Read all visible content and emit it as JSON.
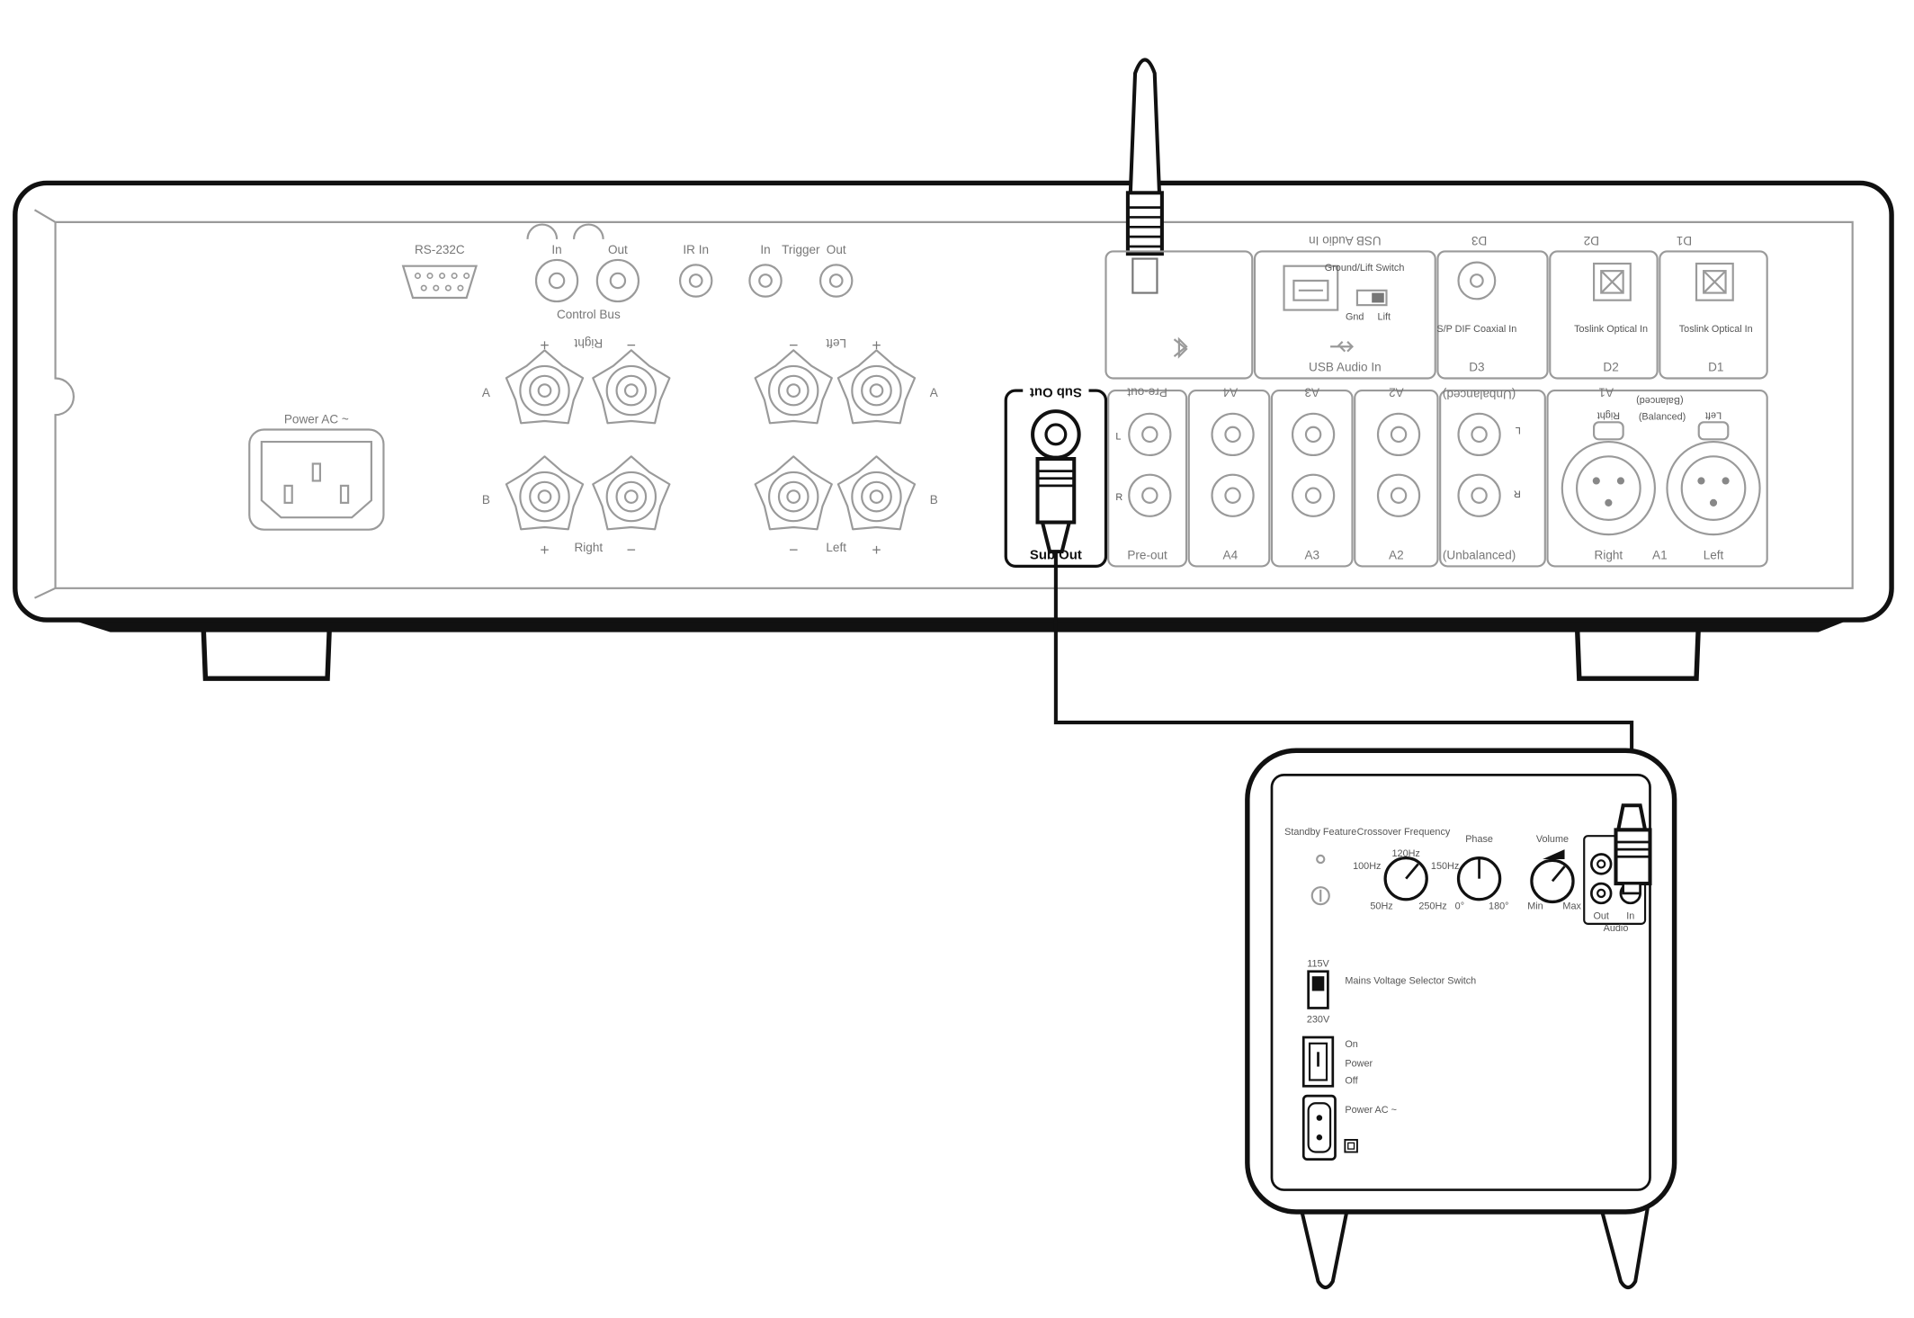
{
  "amplifier": {
    "rs232": "RS-232C",
    "power_ac": "Power AC ~",
    "control_bus": {
      "in": "In",
      "out": "Out",
      "label": "Control Bus"
    },
    "ir_in": "IR In",
    "trigger": {
      "in": "In",
      "label": "Trigger",
      "out": "Out"
    },
    "speakers": {
      "right": "Right",
      "left": "Left",
      "plus": "+",
      "minus": "−",
      "row_a": "A",
      "row_b": "B"
    },
    "digital": {
      "usb_header": "USB Audio In",
      "ground_lift": "Ground/Lift Switch",
      "gnd": "Gnd",
      "lift": "Lift",
      "usb_label": "USB Audio In",
      "d3_header": "D3",
      "d3_desc": "S/P DIF Coaxial In",
      "d3_label": "D3",
      "d2_header": "D2",
      "d2_desc": "Toslink Optical In",
      "d2_label": "D2",
      "d1_header": "D1",
      "d1_desc": "Toslink Optical In",
      "d1_label": "D1"
    },
    "analog": {
      "sub_out_header": "Sub Out",
      "sub_out_label": "Sub Out",
      "preout_header": "Pre-out",
      "preout_label": "Pre-out",
      "l": "L",
      "r": "R",
      "a4_header": "A4",
      "a4_label": "A4",
      "a3_header": "A3",
      "a3_label": "A3",
      "a2_header": "A2",
      "a2_label": "A2",
      "unbal_header": "(Unbalanced)",
      "unbal_label": "(Unbalanced)",
      "a1_header": "A1",
      "balanced": "(Balanced)",
      "a1_right": "Right",
      "a1_left": "Left",
      "a1_label": "A1"
    }
  },
  "subwoofer": {
    "standby": "Standby Feature",
    "crossover": "Crossover Frequency",
    "phase": "Phase",
    "volume": "Volume",
    "min": "Min",
    "max": "Max",
    "phase_0": "0°",
    "phase_180": "180°",
    "freq_50": "50Hz",
    "freq_250": "250Hz",
    "freq_100": "100Hz",
    "freq_120": "120Hz",
    "freq_150": "150Hz",
    "voltage": "Mains Voltage Selector Switch",
    "v115": "115V",
    "v230": "230V",
    "on": "On",
    "power": "Power",
    "off": "Off",
    "power_ac": "Power AC ~",
    "audio": "Audio",
    "out": "Out",
    "in": "In"
  }
}
